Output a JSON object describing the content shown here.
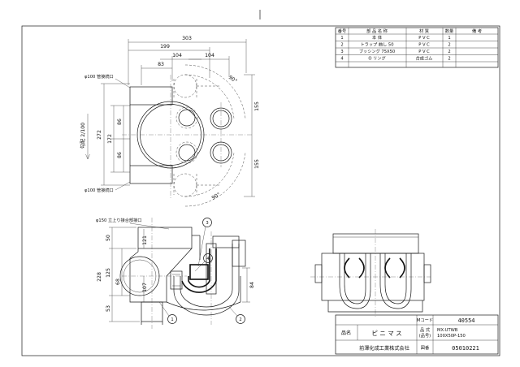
{
  "parts_table": {
    "headers": [
      "番号",
      "部 品 名 称",
      "材 質",
      "数量",
      "備 考"
    ],
    "rows": [
      [
        "1",
        "本 体",
        "P V C",
        "1",
        ""
      ],
      [
        "2",
        "トラップ 曲し 50",
        "P V C",
        "2",
        ""
      ],
      [
        "3",
        "ブッシング 75X50",
        "P V C",
        "2",
        ""
      ],
      [
        "4",
        "O リング",
        "合成ゴム",
        "2",
        ""
      ]
    ]
  },
  "title_block": {
    "mcode_label": "Mコード",
    "mcode_value": "40554",
    "model_label_1": "品 式",
    "model_label_2": "(品号)",
    "model_value_1": "MX-UTWB",
    "model_value_2": "100X50P-150",
    "name_label": "品名",
    "name_value": "ピ ニ マ ス",
    "company": "前澤化成工業株式会社",
    "drawing_no_label": "図番",
    "drawing_no": "05010221"
  },
  "plan_dims": {
    "d303": "303",
    "d199": "199",
    "d104a": "104",
    "d104b": "104",
    "d83": "83",
    "d155a": "155",
    "d155b": "155",
    "d86a": "86",
    "d86b": "86",
    "d172": "172",
    "d272": "272",
    "slope": "勾配 2/100",
    "r90a": "90°",
    "r90b": "90°",
    "inlet_top": "φ100 管接続口",
    "inlet_bottom": "φ100 管接続口"
  },
  "elev_dims": {
    "riser": "φ150 立上り接合部接口",
    "d121": "121",
    "d50": "50",
    "d125": "125",
    "d228": "228",
    "d53": "53",
    "d68": "68",
    "d107": "107",
    "d84": "84",
    "b1": "1",
    "b2": "2",
    "b3": "3",
    "b4": "4"
  }
}
